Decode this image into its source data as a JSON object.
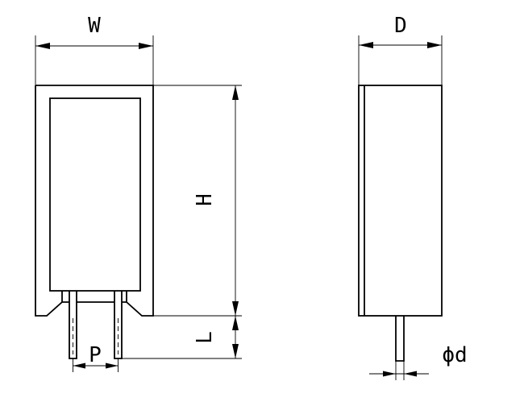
{
  "labels": {
    "width": "W",
    "height": "H",
    "lead_length": "L",
    "pitch": "P",
    "depth": "D",
    "lead_diameter": "ϕd"
  },
  "colors": {
    "line": "#000000",
    "background": "#ffffff"
  }
}
